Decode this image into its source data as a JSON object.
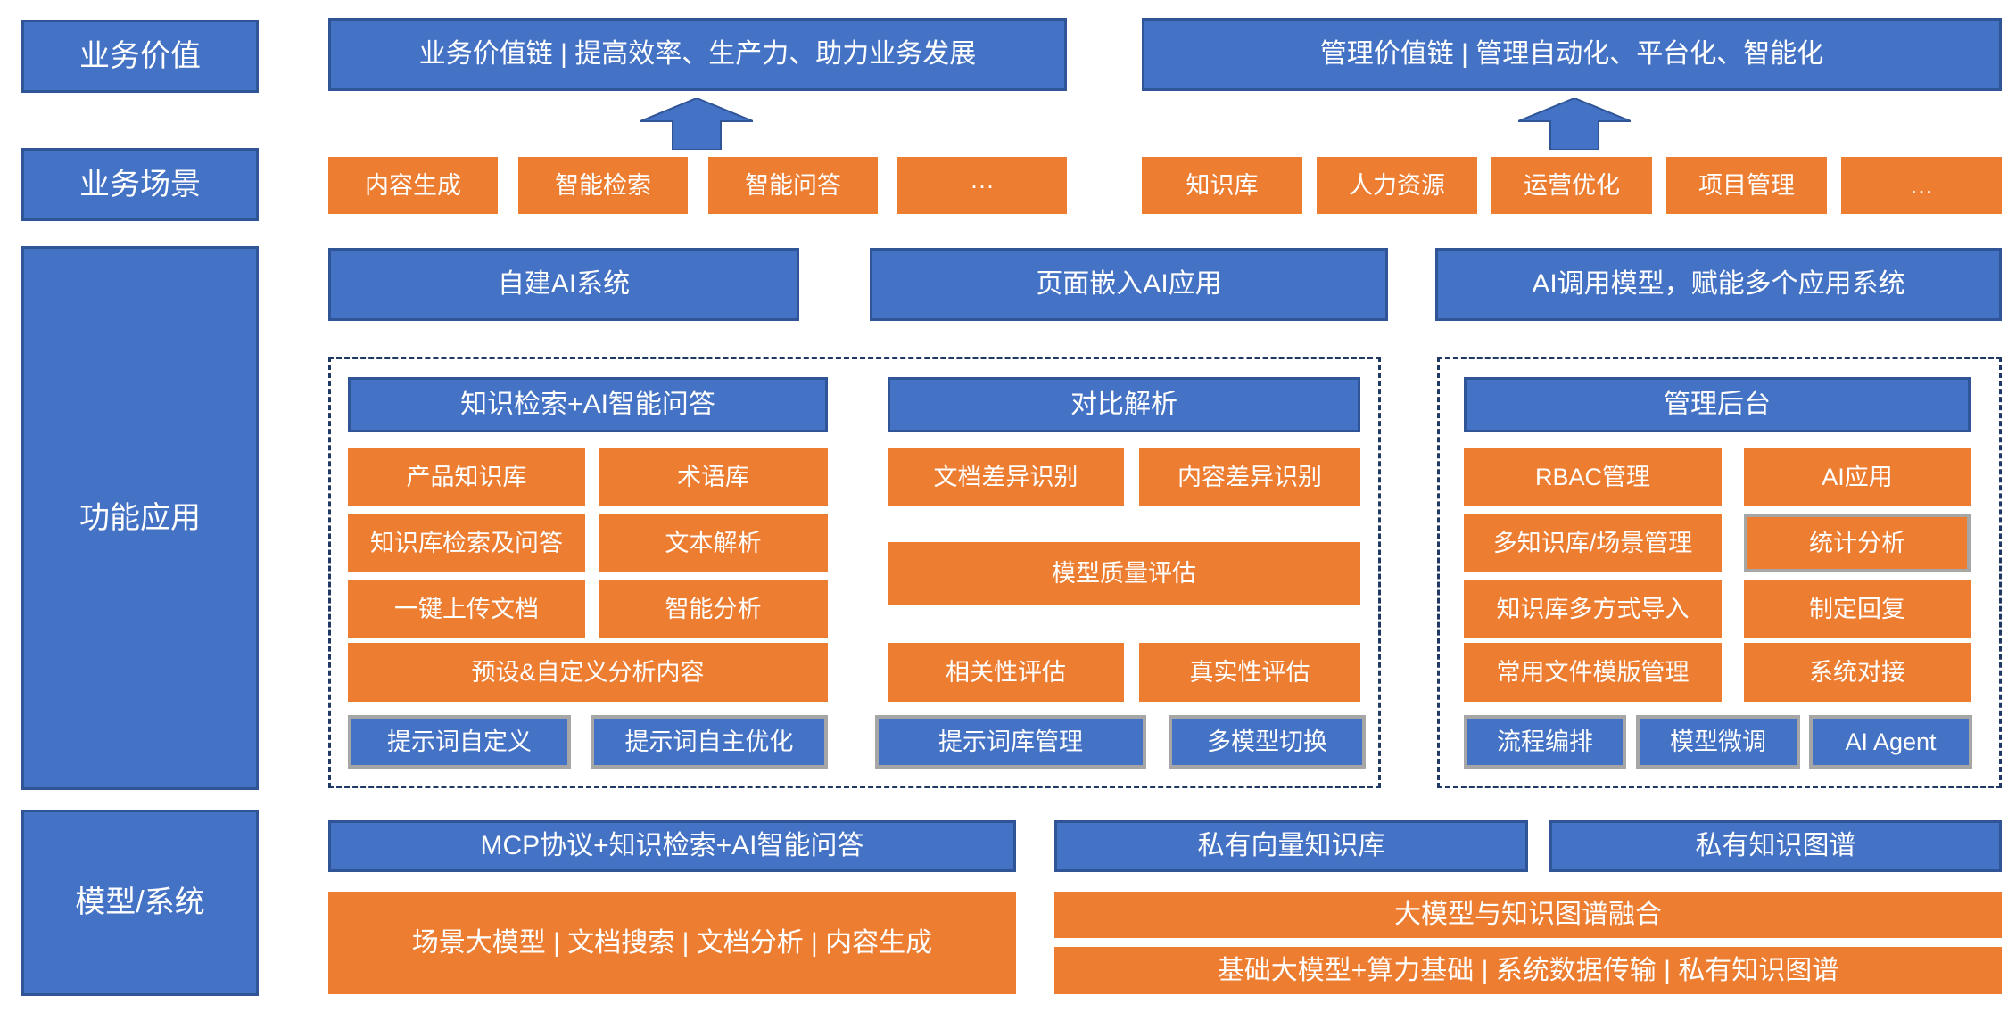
{
  "palette": {
    "blue_fill": "#4472C4",
    "blue_border": "#2F5597",
    "orange_fill": "#ED7D31",
    "gray_border": "#A6A6A6",
    "dashed_border": "#1F3864",
    "text": "#FFFFFF"
  },
  "row_labels": {
    "business_value": "业务价值",
    "business_scenario": "业务场景",
    "function_app": "功能应用",
    "model_system": "模型/系统"
  },
  "value_chains": {
    "business": "业务价值链 | 提高效率、生产力、助力业务发展",
    "management": "管理价值链 | 管理自动化、平台化、智能化"
  },
  "icons": {
    "up_arrow_left": "up-arrow",
    "up_arrow_right": "up-arrow"
  },
  "scenarios": {
    "left": [
      "内容生成",
      "智能检索",
      "智能问答",
      "···"
    ],
    "right": [
      "知识库",
      "人力资源",
      "运营优化",
      "项目管理",
      "…"
    ]
  },
  "access_modes": [
    "自建AI系统",
    "页面嵌入AI应用",
    "AI调用模型，赋能多个应用系统"
  ],
  "sections": {
    "knowledge_qa": {
      "header": "知识检索+AI智能问答",
      "items": [
        "产品知识库",
        "术语库",
        "知识库检索及问答",
        "文本解析",
        "一键上传文档",
        "智能分析"
      ],
      "wide_item": "预设&自定义分析内容",
      "footer_items": [
        "提示词自定义",
        "提示词自主优化"
      ]
    },
    "compare": {
      "header": "对比解析",
      "items": [
        "文档差异识别",
        "内容差异识别"
      ],
      "wide_item": "模型质量评估",
      "items2": [
        "相关性评估",
        "真实性评估"
      ],
      "footer_items": [
        "提示词库管理",
        "多模型切换"
      ]
    },
    "admin": {
      "header": "管理后台",
      "items": [
        "RBAC管理",
        "AI应用",
        "多知识库/场景管理",
        "统计分析",
        "知识库多方式导入",
        "制定回复",
        "常用文件模版管理",
        "系统对接"
      ],
      "footer_items": [
        "流程编排",
        "模型微调",
        "AI Agent"
      ]
    }
  },
  "model_layer": {
    "mcp": "MCP协议+知识检索+AI智能问答",
    "scene_model": "场景大模型 | 文档搜索 | 文档分析 | 内容生成",
    "vector_kb": "私有向量知识库",
    "knowledge_graph": "私有知识图谱",
    "fusion": "大模型与知识图谱融合",
    "foundation": "基础大模型+算力基础 | 系统数据传输 | 私有知识图谱"
  }
}
